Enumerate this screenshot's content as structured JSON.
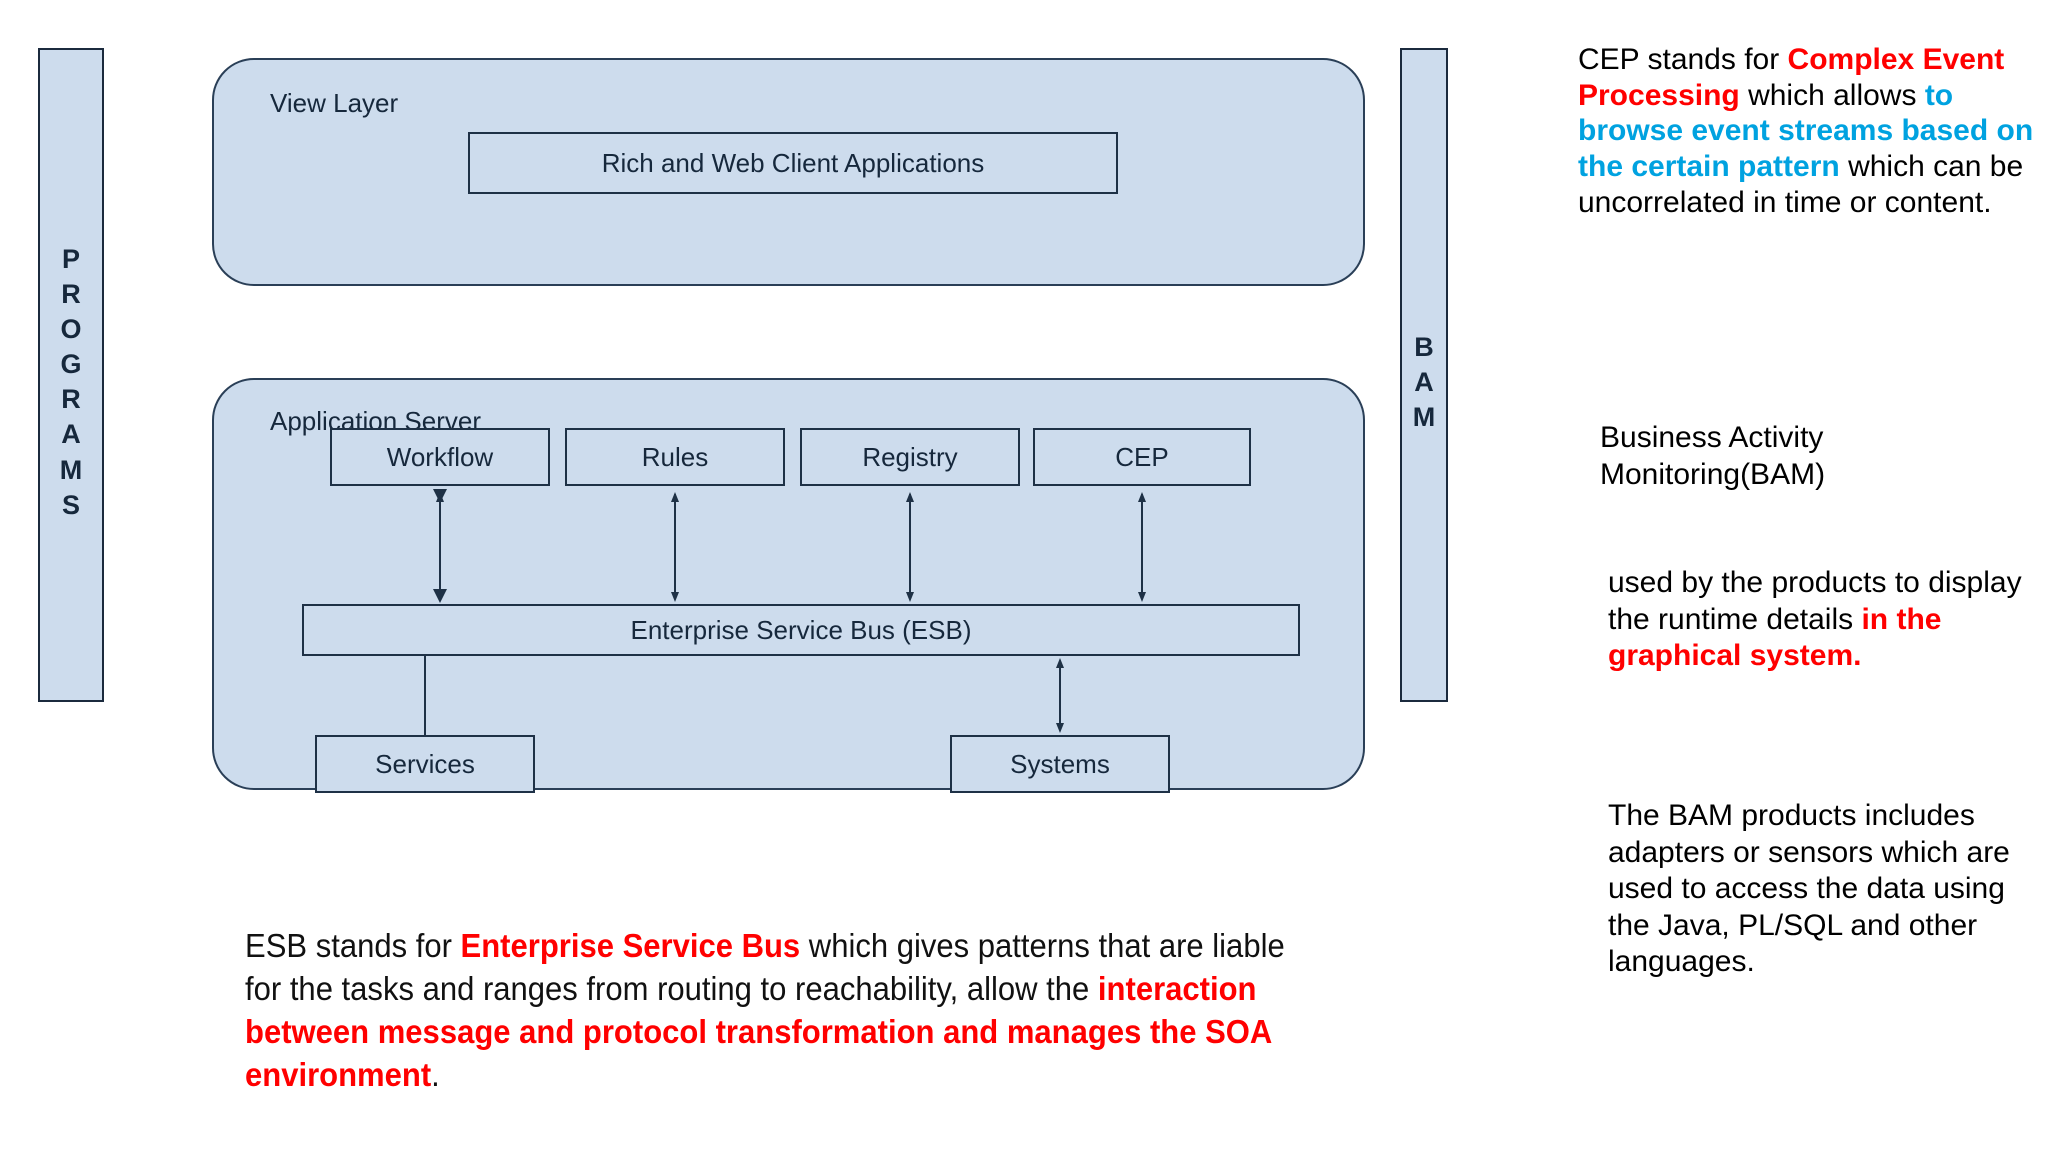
{
  "side_bars": {
    "programs": {
      "label": "PROGRAMS",
      "letters": [
        "P",
        "R",
        "O",
        "G",
        "R",
        "A",
        "M",
        "S"
      ]
    },
    "bam": {
      "label": "BAM",
      "letters": [
        "B",
        "A",
        "M"
      ]
    }
  },
  "view_layer": {
    "title": "View Layer",
    "client_box": "Rich and Web Client Applications"
  },
  "app_layer": {
    "title": "Application Server",
    "components": [
      {
        "label": "Workflow"
      },
      {
        "label": "Rules"
      },
      {
        "label": "Registry"
      },
      {
        "label": "CEP"
      }
    ],
    "bus": "Enterprise Service Bus (ESB)",
    "endpoints": [
      {
        "label": "Services"
      },
      {
        "label": "Systems"
      }
    ]
  },
  "notes": {
    "cep": {
      "seg1": "CEP stands for ",
      "seg2_red": "Complex Event Processing",
      "seg3": " which allows ",
      "seg4_cyan": "to browse event streams based on the certain pattern",
      "seg5": " which can be uncorrelated in time or content."
    },
    "bam_title": "Business Activity Monitoring(BAM)",
    "bam_body": {
      "seg1": "used by the products to display the runtime details ",
      "seg2_red": "in the graphical system."
    },
    "bam_products": "The BAM products includes adapters or sensors which are used to access the data using the Java, PL/SQL and other languages."
  },
  "esb_note": {
    "seg1": "ESB stands for ",
    "seg2_red": "Enterprise Service Bus",
    "seg3": " which gives patterns that are liable for the tasks and ranges from routing to reachability, allow the ",
    "seg4_red": "interaction between message and protocol transformation and manages the SOA environment",
    "seg5": "."
  },
  "colors": {
    "panel_fill": "#cddced",
    "panel_stroke": "#1e3146",
    "accent_red": "#ff0000",
    "accent_cyan": "#00a2e0"
  }
}
